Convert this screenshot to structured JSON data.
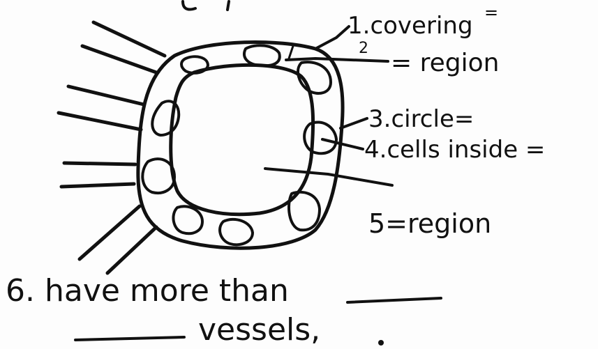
{
  "labels": {
    "label_1": "1.covering",
    "label_1_suffix": "=",
    "label_2_number": "2",
    "label_2": "= region",
    "label_3": "3.circle=",
    "label_4": "4.cells inside =",
    "label_5": "5=region",
    "question_6_line_1": "6. have more than",
    "question_6_line_2": "vessels,"
  },
  "colors": {
    "ink": "#111111",
    "paper": "#fdfdfd"
  }
}
